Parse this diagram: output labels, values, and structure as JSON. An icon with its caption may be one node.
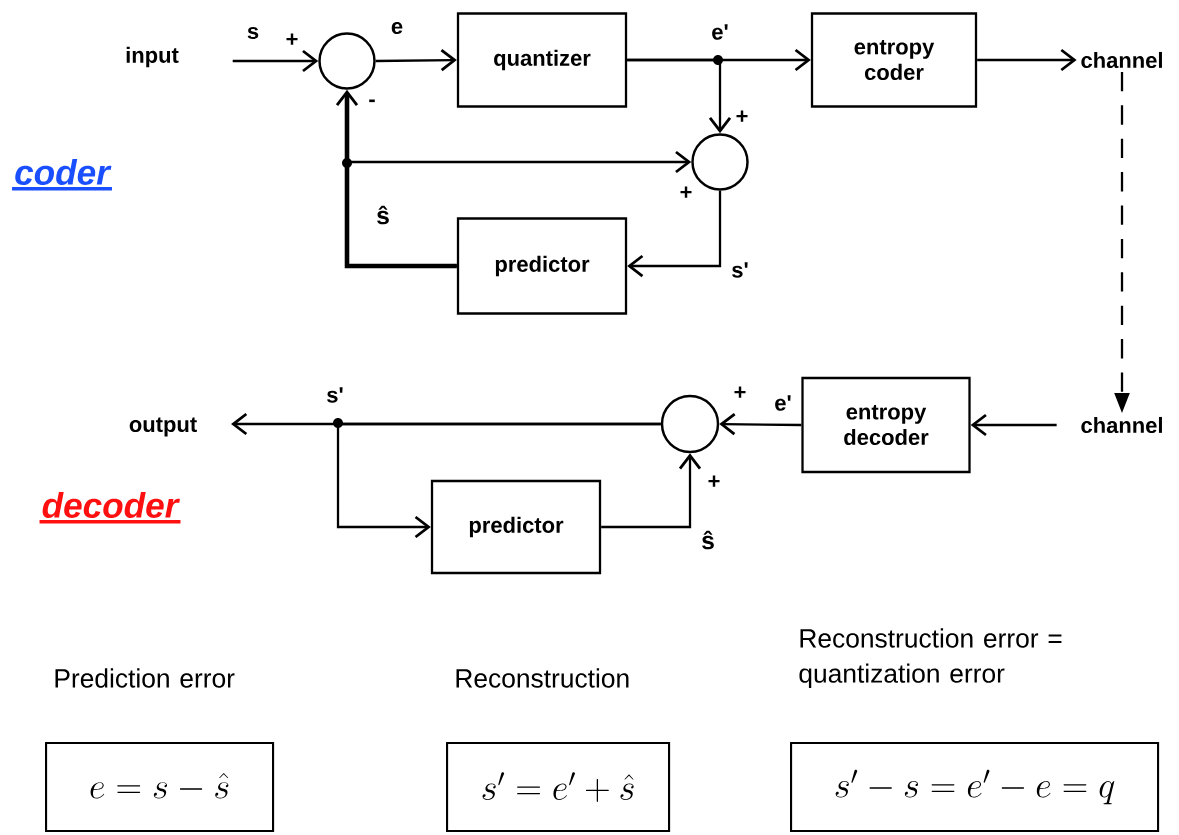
{
  "diagram": {
    "nodes": [
      {
        "text": [
          "input"
        ]
      },
      {
        "text": [],
        "shape": "circle"
      },
      {
        "text": [
          "quantizer"
        ]
      },
      {
        "text": [
          "entropy coder"
        ]
      },
      {
        "text": [
          "channel"
        ]
      },
      {
        "text": [],
        "shape": "circle"
      },
      {
        "text": [
          "predictor"
        ]
      },
      {
        "text": [
          "channel"
        ]
      },
      {
        "text": [
          "entropy decoder"
        ]
      },
      {
        "text": [],
        "shape": "circle"
      },
      {
        "text": [
          "predictor"
        ]
      },
      {
        "text": [
          "output"
        ]
      },
      {
        "text": [
          "Prediction error",
          "e = s - \\hat{s}"
        ]
      },
      {
        "text": [
          "Reconstruction",
          "s' = e' + \\hat{s}"
        ]
      },
      {
        "text": [
          "Reconstruction error = quantization error",
          "s' - s = e' - e = q"
        ]
      }
    ],
    "edges": [
      {
        "from": 0,
        "to": 1,
        "arrow": "to"
      },
      {
        "from": 1,
        "to": 2,
        "arrow": "to"
      },
      {
        "from": 2,
        "to": 3,
        "arrow": "to"
      },
      {
        "from": 2,
        "to": 5,
        "arrow": "to"
      },
      {
        "from": 3,
        "to": 4,
        "arrow": "to"
      },
      {
        "from": 4,
        "to": 7,
        "arrow": "to",
        "style": "dashed"
      },
      {
        "from": 5,
        "to": 6,
        "arrow": "to"
      },
      {
        "from": 6,
        "to": 1,
        "arrow": "to",
        "style": "thick"
      },
      {
        "from": 6,
        "to": 5,
        "arrow": "to"
      },
      {
        "from": 7,
        "to": 8,
        "arrow": "to"
      },
      {
        "from": 8,
        "to": 9,
        "arrow": "to"
      },
      {
        "from": 9,
        "to": 11,
        "arrow": "to"
      },
      {
        "from": 9,
        "to": 10,
        "arrow": "to"
      },
      {
        "from": 10,
        "to": 9,
        "arrow": "to"
      }
    ],
    "labels": [
      "s",
      "+",
      "e",
      "e'",
      "-",
      "+",
      "coder",
      "+",
      "ŝ",
      "s'",
      "s'",
      "+",
      "e'",
      "decoder",
      "+",
      "ŝ"
    ]
  }
}
